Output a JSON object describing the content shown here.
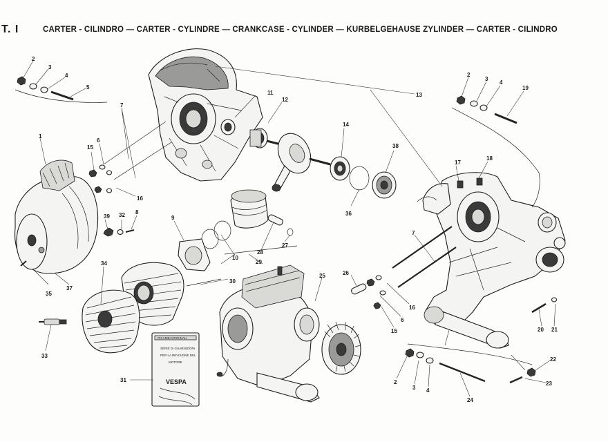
{
  "header": {
    "plate_number": "T. I",
    "title": "CARTER - CILINDRO — CARTER - CYLINDRE — CRANKCASE - CYLINDER — KURBELGEHAUSE  ZYLINDER — CARTER - CILINDRO"
  },
  "callouts": {
    "c1": "1",
    "c2a": "2",
    "c3a": "3",
    "c4a": "4",
    "c5": "5",
    "c6a": "6",
    "c7a": "7",
    "c8": "8",
    "c9": "9",
    "c10": "10",
    "c11": "11",
    "c12": "12",
    "c13": "13",
    "c14": "14",
    "c15a": "15",
    "c16a": "16",
    "c17": "17",
    "c18": "18",
    "c19": "19",
    "c2b": "2",
    "c3b": "3",
    "c4b": "4",
    "c7b": "7",
    "c6b": "6",
    "c15b": "15",
    "c16b": "16",
    "c20": "20",
    "c21": "21",
    "c22": "22",
    "c23": "23",
    "c24": "24",
    "c2c": "2",
    "c3c": "3",
    "c4c": "4",
    "c25": "25",
    "c26": "26",
    "c27": "27",
    "c28": "28",
    "c29": "29",
    "c30": "30",
    "c31": "31",
    "c32": "32",
    "c33": "33",
    "c34": "34",
    "c35": "35",
    "c36": "36",
    "c37": "37",
    "c38": "38",
    "c39": "39"
  },
  "gasket_kit": {
    "line1": "RICAMBI ORIGINALI",
    "line2": "SERIE DI GUARNIZIONI",
    "line3": "PER LA REVISIONE DEL",
    "line4": "MOTORE",
    "brand": "VESPA"
  }
}
